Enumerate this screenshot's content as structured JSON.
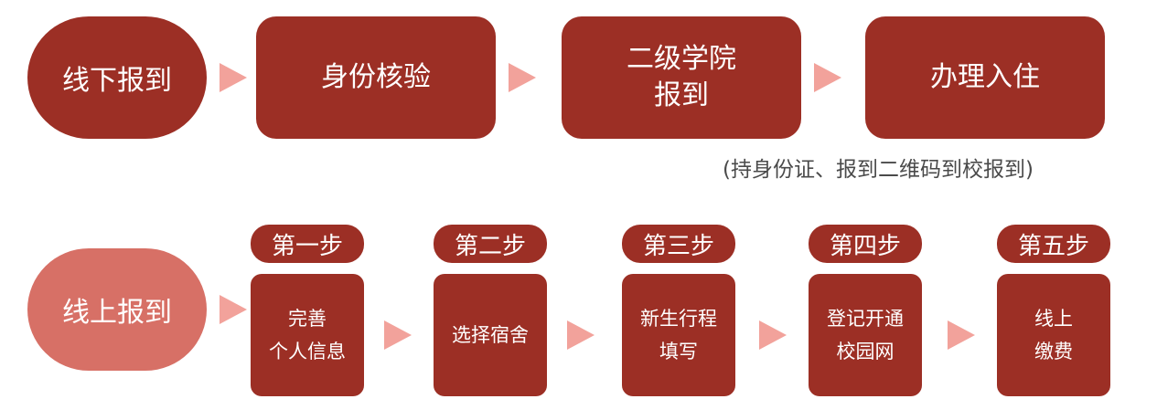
{
  "colors": {
    "dark": "#9c2f25",
    "light": "#d77066",
    "arrow": "#f2a29b"
  },
  "offline": {
    "start": "线下报到",
    "steps": [
      "身份核验",
      "二级学院\n报到",
      "办理入住"
    ],
    "note": "(持身份证、报到二维码到校报到)"
  },
  "online": {
    "start": "线上报到",
    "steps": [
      {
        "tag": "第一步",
        "label": "完善\n个人信息"
      },
      {
        "tag": "第二步",
        "label": "选择宿舍"
      },
      {
        "tag": "第三步",
        "label": "新生行程\n填写"
      },
      {
        "tag": "第四步",
        "label": "登记开通\n校园网"
      },
      {
        "tag": "第五步",
        "label": "线上\n缴费"
      }
    ]
  }
}
